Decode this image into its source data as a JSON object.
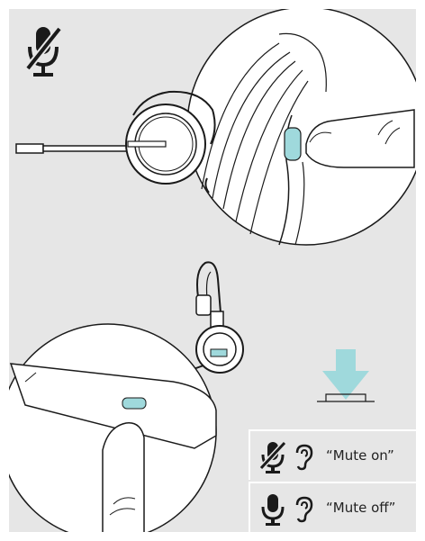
{
  "colors": {
    "panel_bg": "#e6e6e6",
    "accent": "#9fd9dc",
    "line": "#1a1a1a"
  },
  "icons": {
    "mic_muted": "microphone-muted-icon",
    "mic": "microphone-icon",
    "ear": "ear-icon",
    "press_arrow": "arrow-down-icon"
  },
  "legend": [
    {
      "state": "muted",
      "label": "“Mute on”"
    },
    {
      "state": "unmuted",
      "label": "“Mute off”"
    }
  ]
}
